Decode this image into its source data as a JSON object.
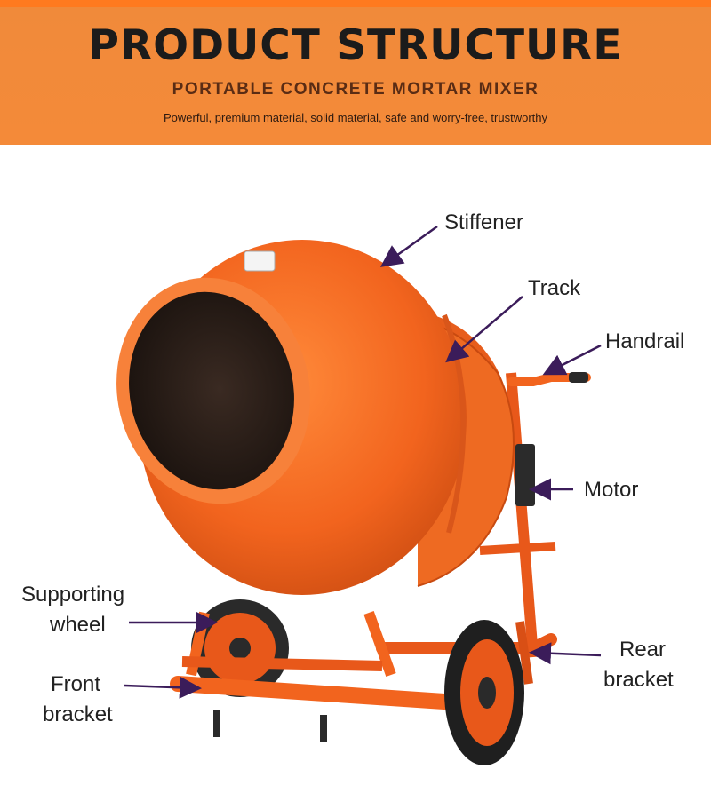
{
  "header": {
    "title": "PRODUCT STRUCTURE",
    "subtitle": "PORTABLE CONCRETE MORTAR MIXER",
    "tagline": "Powerful, premium material, solid material, safe and worry-free, trustworthy"
  },
  "labels": {
    "stiffener": "Stiffener",
    "track": "Track",
    "handrail": "Handrail",
    "motor": "Motor",
    "supporting_wheel_line1": "Supporting",
    "supporting_wheel_line2": "wheel",
    "front_bracket_line1": "Front",
    "front_bracket_line2": "bracket",
    "rear_bracket_line1": "Rear",
    "rear_bracket_line2": "bracket"
  },
  "colors": {
    "banner": "#f48a39",
    "mixer": "#f2641e",
    "arrow": "#3b1c5a",
    "text": "#222222"
  }
}
